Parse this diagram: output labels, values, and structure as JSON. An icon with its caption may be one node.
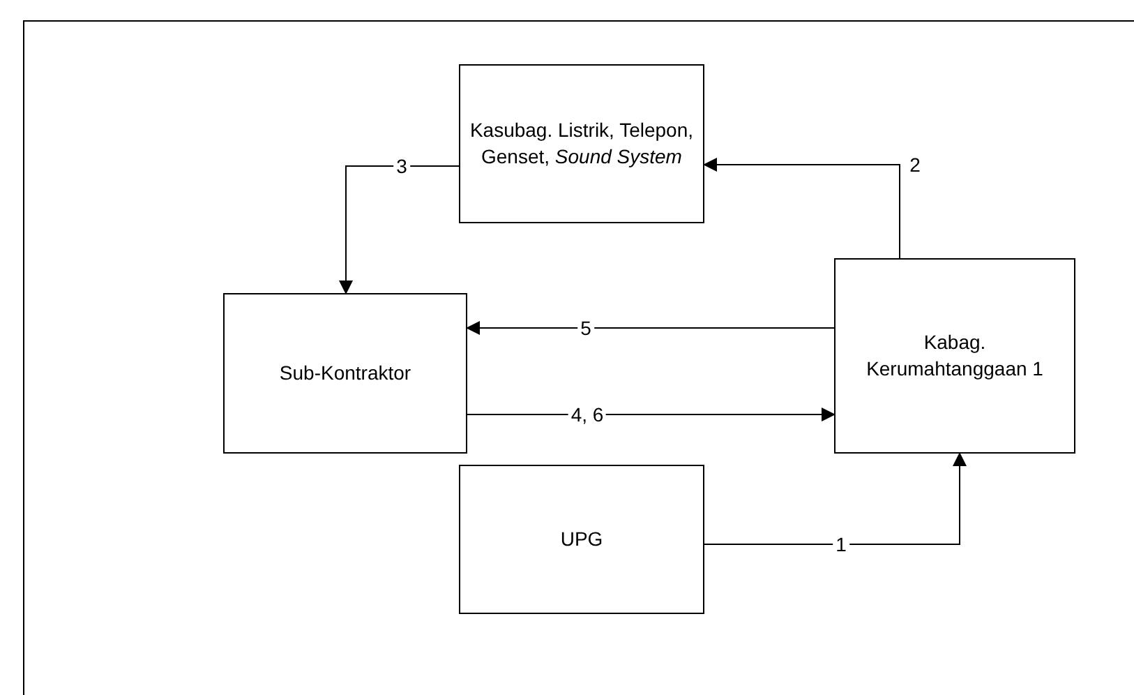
{
  "diagram": {
    "nodes": [
      {
        "text": [
          "Kasubag. Listrik, Telepon, Genset, *Sound System*"
        ]
      },
      {
        "text": [
          "Sub-Kontraktor"
        ]
      },
      {
        "text": [
          "Kabag. Kerumahtanggaan 1"
        ]
      },
      {
        "text": [
          "UPG"
        ]
      }
    ],
    "edges": [
      {
        "from": 2,
        "to": 0,
        "arrow": "to",
        "label": "2"
      },
      {
        "from": 0,
        "to": 1,
        "arrow": "to",
        "label": "3"
      },
      {
        "from": 2,
        "to": 1,
        "arrow": "to",
        "label": "5"
      },
      {
        "from": 1,
        "to": 2,
        "arrow": "to",
        "label": "4, 6"
      },
      {
        "from": 3,
        "to": 2,
        "arrow": "to",
        "label": "1"
      }
    ]
  }
}
